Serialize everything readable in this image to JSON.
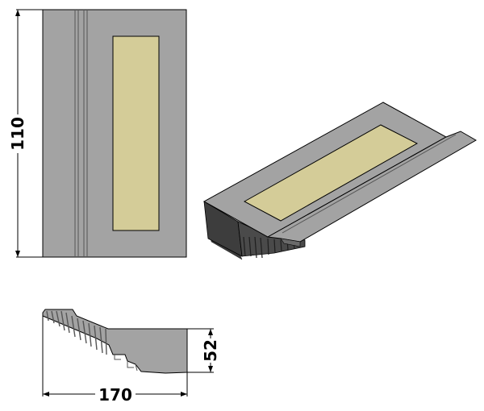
{
  "dimensions": {
    "height_label": "110",
    "width_label": "170",
    "depth_label": "52"
  },
  "colors": {
    "body": "#a3a3a3",
    "body_dark": "#8c8c8c",
    "lens": "#d4cc98",
    "fin": "#3a3a3a",
    "outline": "#000000"
  }
}
